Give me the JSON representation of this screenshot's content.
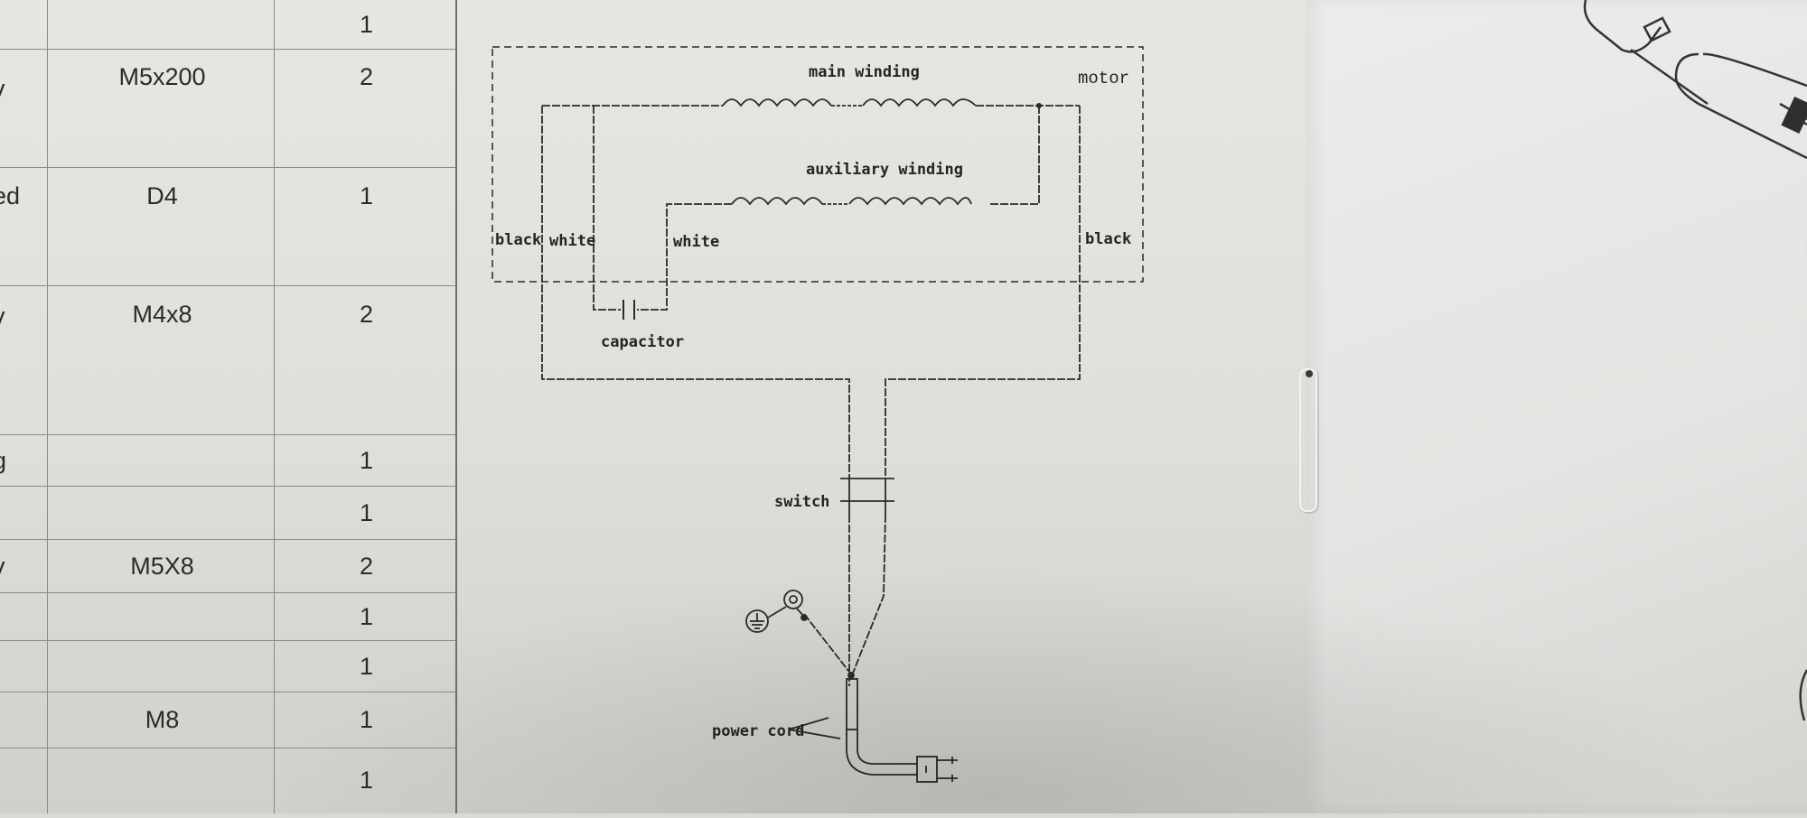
{
  "parts_table": {
    "rows": [
      {
        "name": "",
        "spec": "",
        "qty": "1"
      },
      {
        "name": "v",
        "spec": "M5x200",
        "qty": "2"
      },
      {
        "name": "ed",
        "spec": "D4",
        "qty": "1"
      },
      {
        "name": "v",
        "spec": "M4x8",
        "qty": "2"
      },
      {
        "name": "g",
        "spec": "",
        "qty": "1"
      },
      {
        "name": "",
        "spec": "",
        "qty": "1"
      },
      {
        "name": "v",
        "spec": "M5X8",
        "qty": "2"
      },
      {
        "name": "",
        "spec": "",
        "qty": "1"
      },
      {
        "name": "",
        "spec": "",
        "qty": "1"
      },
      {
        "name": "",
        "spec": "M8",
        "qty": "1"
      },
      {
        "name": "",
        "spec": "",
        "qty": "1"
      }
    ]
  },
  "diagram": {
    "motor_label": "motor",
    "main_winding_label": "main winding",
    "auxiliary_winding_label": "auxiliary winding",
    "wire_labels": {
      "left_black": "black",
      "left_white": "white",
      "right_white": "white",
      "right_black": "black"
    },
    "capacitor_label": "capacitor",
    "switch_label": "switch",
    "power_cord_label": "power cord",
    "ground_symbol": "ground-icon",
    "plug_symbol": "plug-icon"
  }
}
